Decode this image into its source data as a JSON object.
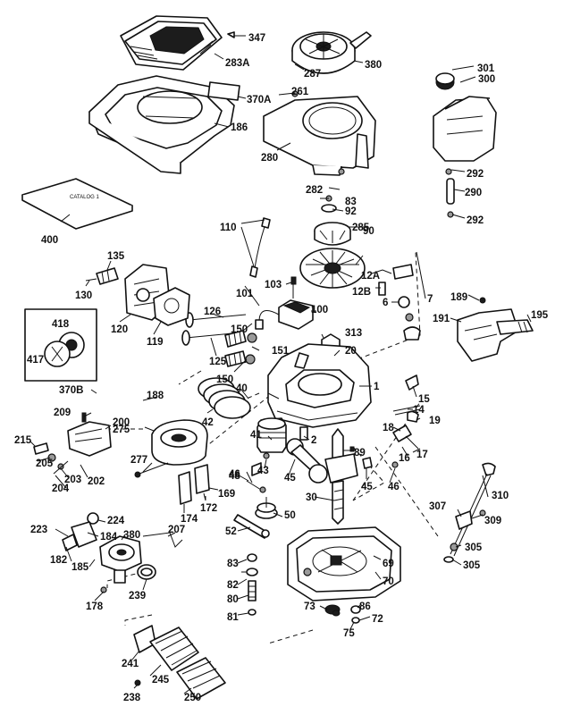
{
  "diagram": {
    "labels": [
      "347",
      "283A",
      "380",
      "287",
      "301",
      "300",
      "261",
      "370A",
      "186",
      "280",
      "292",
      "290",
      "292",
      "282",
      "83",
      "92",
      "285",
      "400",
      "110",
      "135",
      "130",
      "120",
      "119",
      "101",
      "103",
      "90",
      "12A",
      "12B",
      "6",
      "7",
      "189",
      "191",
      "195",
      "418",
      "417",
      "126",
      "150",
      "125",
      "151",
      "150",
      "100",
      "313",
      "20",
      "40",
      "1",
      "370B",
      "188",
      "15",
      "14",
      "19",
      "209",
      "200",
      "275",
      "42",
      "2",
      "18",
      "215",
      "205",
      "203",
      "202",
      "204",
      "277",
      "46",
      "43",
      "41",
      "45",
      "89",
      "16",
      "17",
      "45",
      "46",
      "48",
      "174",
      "172",
      "169",
      "30",
      "310",
      "307",
      "309",
      "223",
      "224",
      "184",
      "380",
      "207",
      "52",
      "50",
      "305",
      "182",
      "185",
      "83",
      "69",
      "305",
      "178",
      "239",
      "82",
      "70",
      "80",
      "86",
      "73",
      "72",
      "75",
      "81",
      "241",
      "245",
      "238",
      "250"
    ],
    "cover_label": "CATALOG 1"
  }
}
